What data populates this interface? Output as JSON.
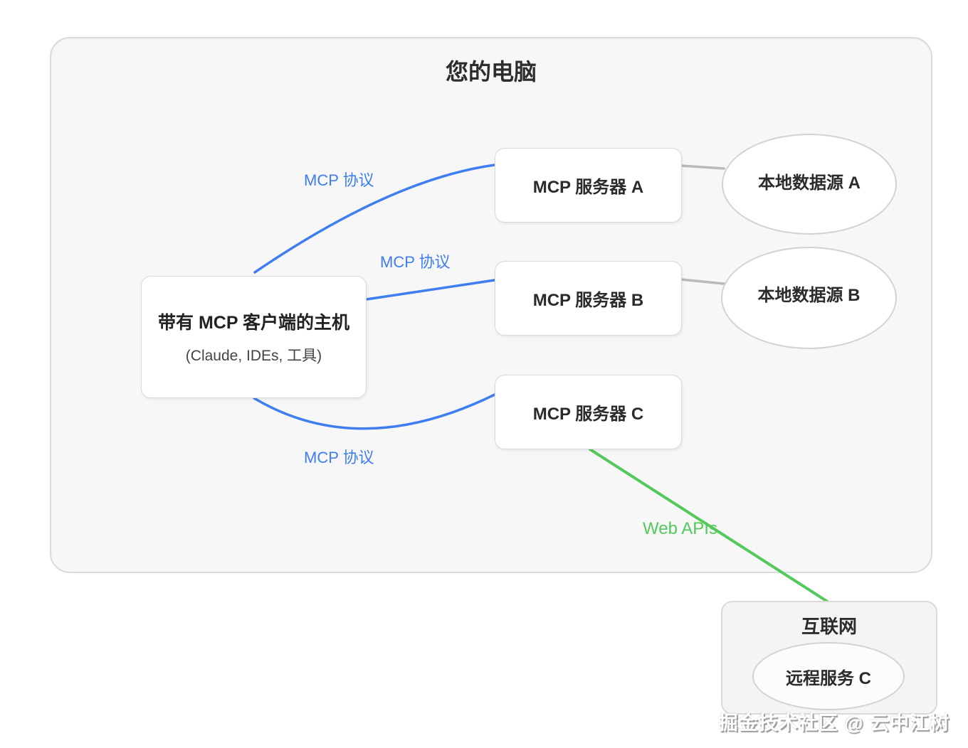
{
  "diagram": {
    "computer": {
      "title": "您的电脑"
    },
    "host": {
      "title": "带有 MCP 客户端的主机",
      "subtitle": "(Claude, IDEs, 工具)"
    },
    "servers": [
      {
        "label": "MCP 服务器 A"
      },
      {
        "label": "MCP 服务器 B"
      },
      {
        "label": "MCP 服务器 C"
      }
    ],
    "datasources": [
      {
        "label": "本地数据源 A"
      },
      {
        "label": "本地数据源 B"
      }
    ],
    "edges": {
      "mcp_label": "MCP 协议",
      "web_label": "Web APIs"
    },
    "internet": {
      "title": "互联网",
      "service": "远程服务 C"
    },
    "watermark": "掘金技术社区 @ 云中江树",
    "colors": {
      "blue": "#3e7ef0",
      "green": "#52c95a",
      "gray": "#b9b9b9"
    }
  }
}
